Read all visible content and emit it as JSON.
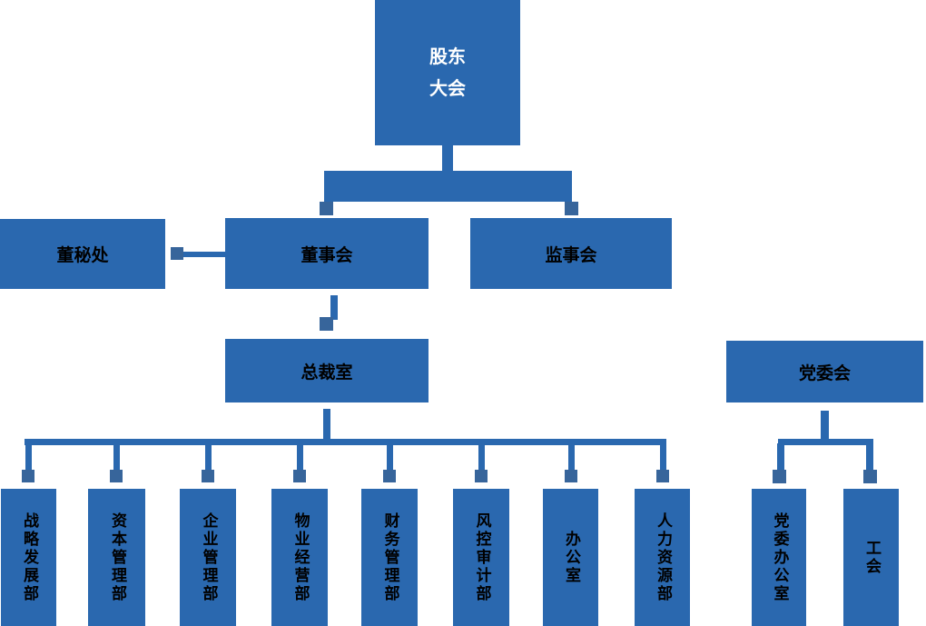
{
  "colors": {
    "primary": "#2a68af",
    "nub": "#37659b",
    "text_dark": "#000000",
    "text_light": "#ffffff",
    "background": "#ffffff"
  },
  "nodes": {
    "root": {
      "line1": "股东",
      "line2": "大会"
    },
    "board_secretary": {
      "label": "董秘处"
    },
    "board": {
      "label": "董事会"
    },
    "supervisory": {
      "label": "监事会"
    },
    "president": {
      "label": "总裁室"
    },
    "party": {
      "label": "党委会"
    }
  },
  "departments": [
    {
      "label": "战略发展部"
    },
    {
      "label": "资本管理部"
    },
    {
      "label": "企业管理部"
    },
    {
      "label": "物业经营部"
    },
    {
      "label": "财务管理部"
    },
    {
      "label": "风控审计部"
    },
    {
      "label": "办公室"
    },
    {
      "label": "人力资源部"
    }
  ],
  "party_departments": [
    {
      "label": "党委办公室"
    },
    {
      "label": "工会"
    }
  ]
}
